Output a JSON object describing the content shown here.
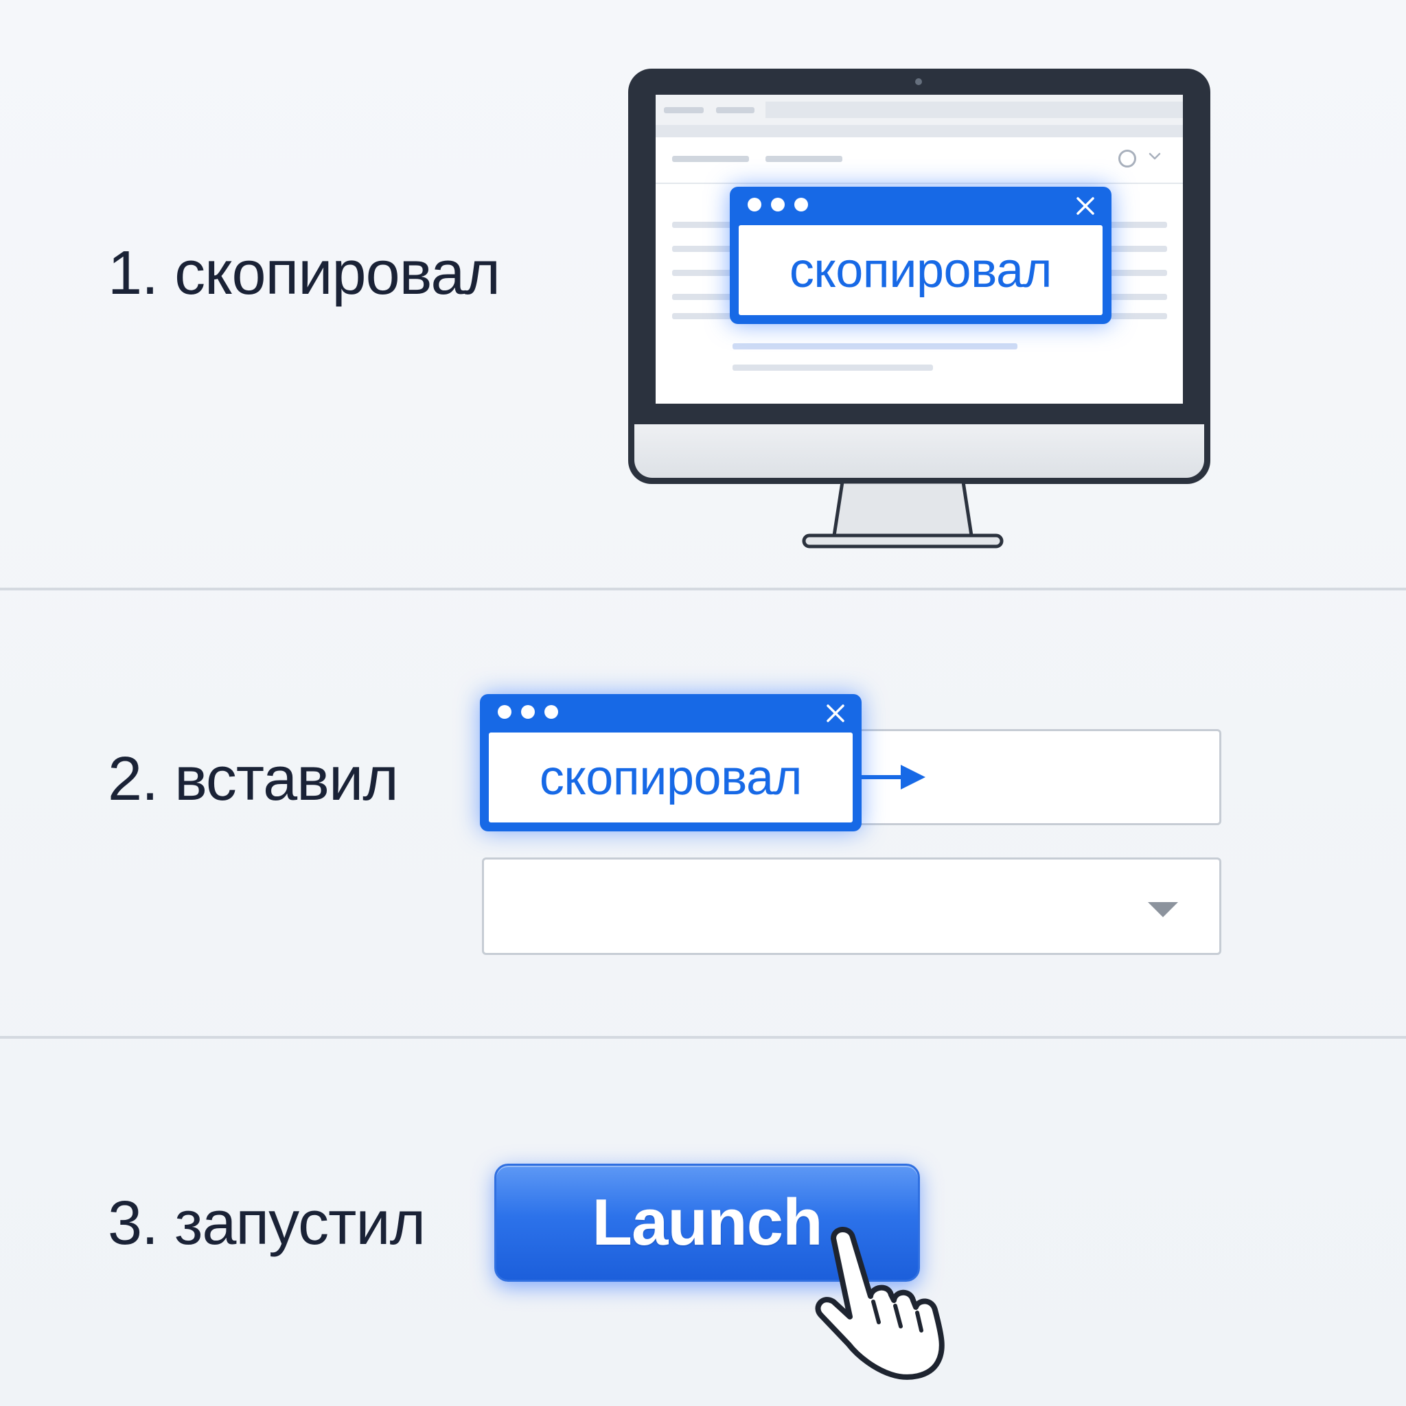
{
  "steps": [
    {
      "label": "1. скопировал"
    },
    {
      "label": "2. вставил"
    },
    {
      "label": "3. запустил"
    }
  ],
  "copy_popup": {
    "text": "скопировал",
    "icons": [
      "window-dots-icon",
      "close-icon"
    ]
  },
  "paste_popup": {
    "text": "скопировал",
    "icons": [
      "window-dots-icon",
      "close-icon"
    ]
  },
  "form": {
    "text_field_value": "",
    "select_value": "",
    "icons": [
      "arrow-right-icon",
      "chevron-down-icon"
    ]
  },
  "launch": {
    "label": "Launch",
    "icon": "hand-pointer-icon"
  },
  "colors": {
    "accent": "#1769e6",
    "text": "#1a2236",
    "background": "#f3f6fa"
  }
}
